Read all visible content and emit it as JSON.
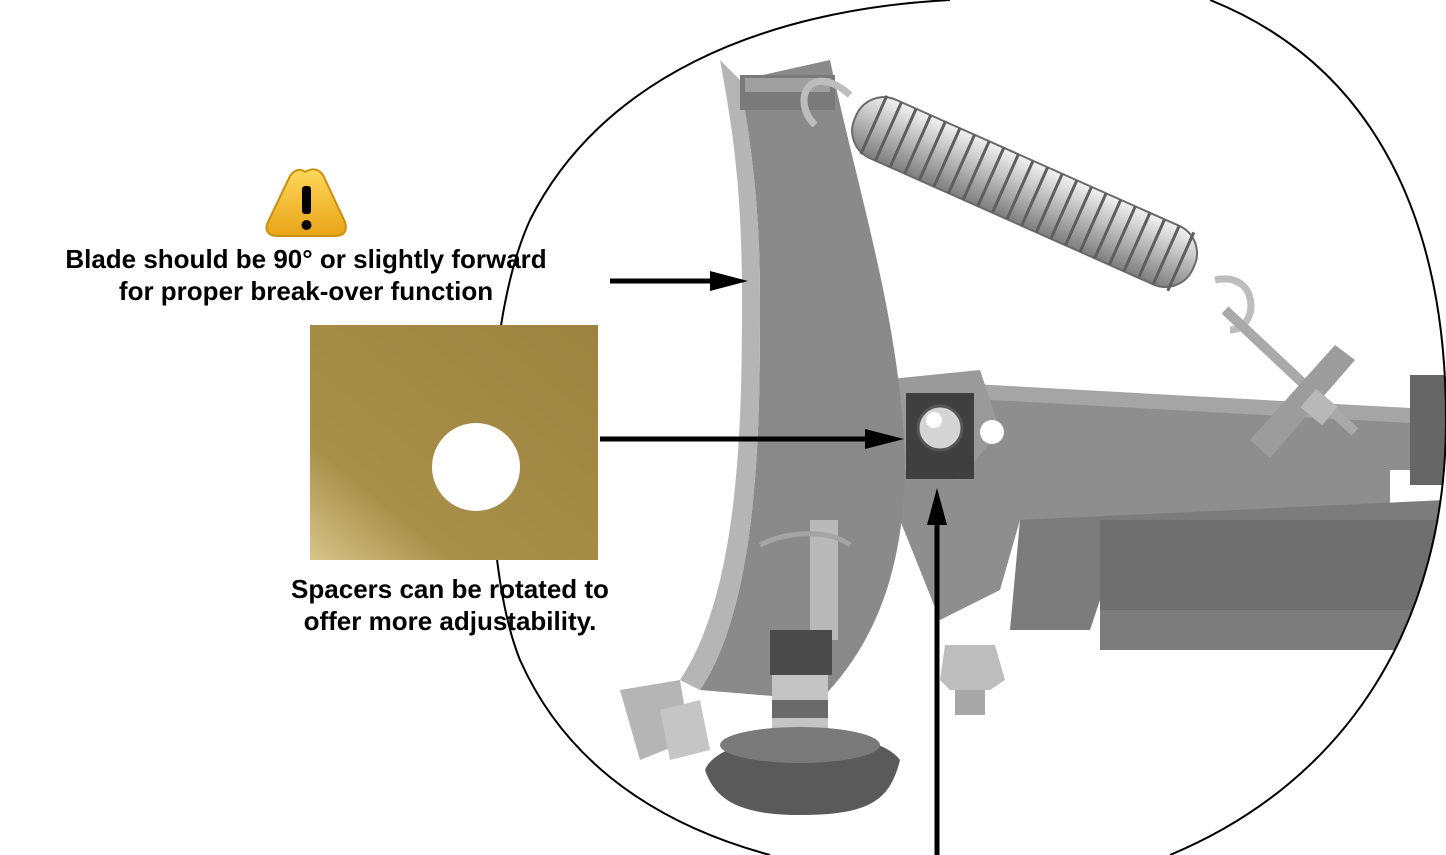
{
  "callouts": {
    "blade_angle_line1": "Blade should be 90° or slightly forward",
    "blade_angle_line2": "for proper break-over function",
    "spacer_line1": "Spacers can be rotated to",
    "spacer_line2": "offer more adjustability."
  },
  "icons": {
    "warning": "warning-triangle-icon"
  },
  "colors": {
    "warning_fill": "#F2B826",
    "spacer_fill": "#A8904A",
    "frame_gray": "#8E8E8E",
    "spring_silver": "#C9C9C9"
  }
}
